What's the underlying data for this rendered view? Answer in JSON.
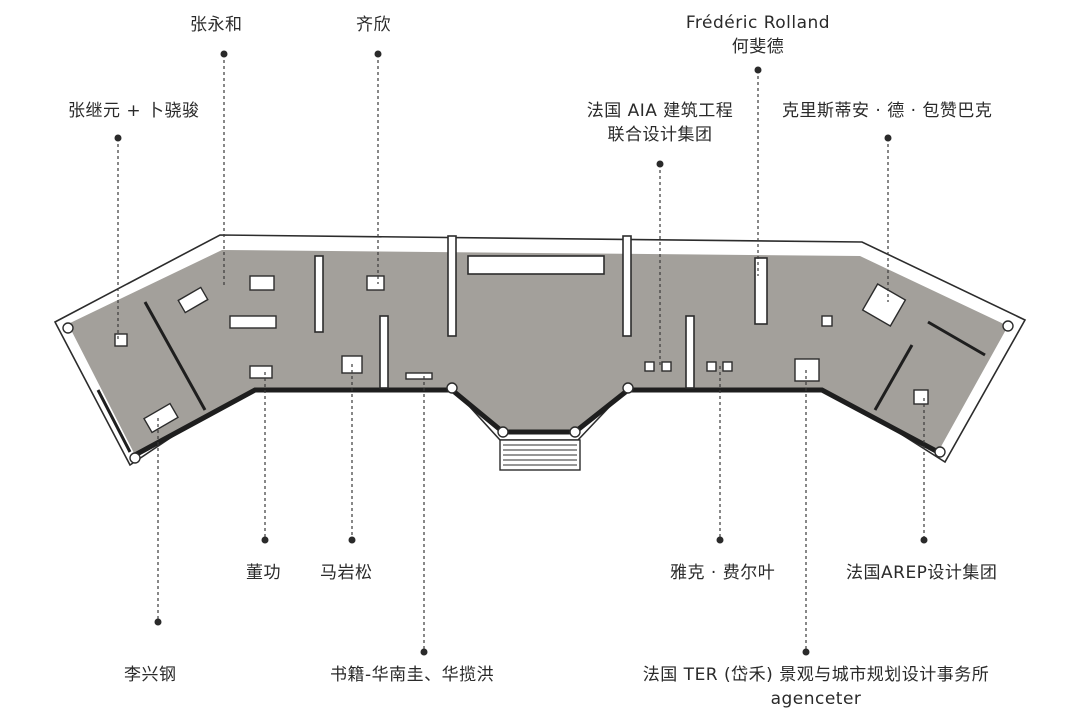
{
  "labels": {
    "zhang_jiyuan": "张继元 + 卜骁骏",
    "zhang_yonghe": "张永和",
    "qi_xin": "齐欣",
    "frederic_rolland": "Frédéric Rolland",
    "he_feide": "何斐德",
    "aia_line1": "法国 AIA 建筑工程",
    "aia_line2": "联合设计集团",
    "christian": "克里斯蒂安 · 德 · 包赞巴克",
    "dong_gong": "董功",
    "ma_yansong": "马岩松",
    "jacques": "雅克 · 费尔叶",
    "arep": "法国AREP设计集团",
    "li_xinggang": "李兴钢",
    "books": "书籍-华南圭、华揽洪",
    "ter_line1": "法国 TER (岱禾) 景观与城市规划设计事务所",
    "ter_line2": "agenceter"
  },
  "colors": {
    "floor": "#a3a09b",
    "wall": "#ffffff",
    "outline": "#2c2c2c",
    "text": "#2a2a2a"
  }
}
